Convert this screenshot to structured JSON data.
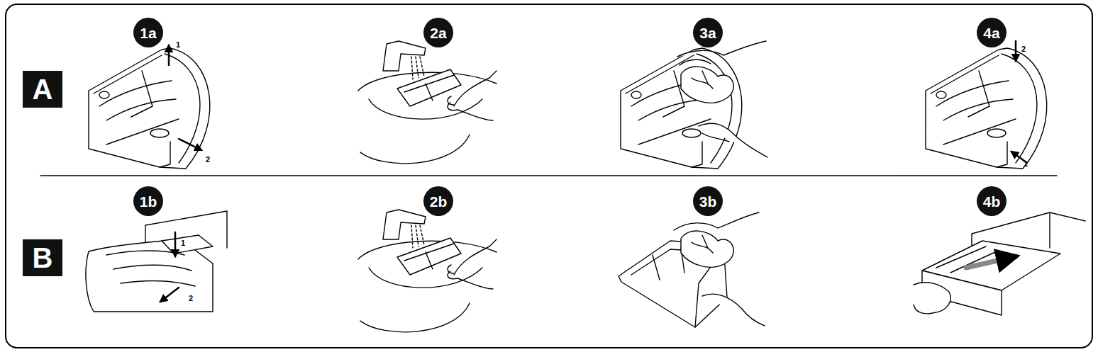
{
  "diagram": {
    "nodes": [
      {
        "text": [
          "A"
        ]
      },
      {
        "text": [
          "1a"
        ]
      },
      {
        "text": [
          "2a"
        ]
      },
      {
        "text": [
          "3a"
        ]
      },
      {
        "text": [
          "4a"
        ]
      },
      {
        "text": [
          "B"
        ]
      },
      {
        "text": [
          "1b"
        ]
      },
      {
        "text": [
          "2b"
        ]
      },
      {
        "text": [
          "3b"
        ]
      },
      {
        "text": [
          "4b"
        ]
      }
    ],
    "labels": [
      "1",
      "2",
      "2",
      "1",
      "1",
      "2"
    ]
  }
}
